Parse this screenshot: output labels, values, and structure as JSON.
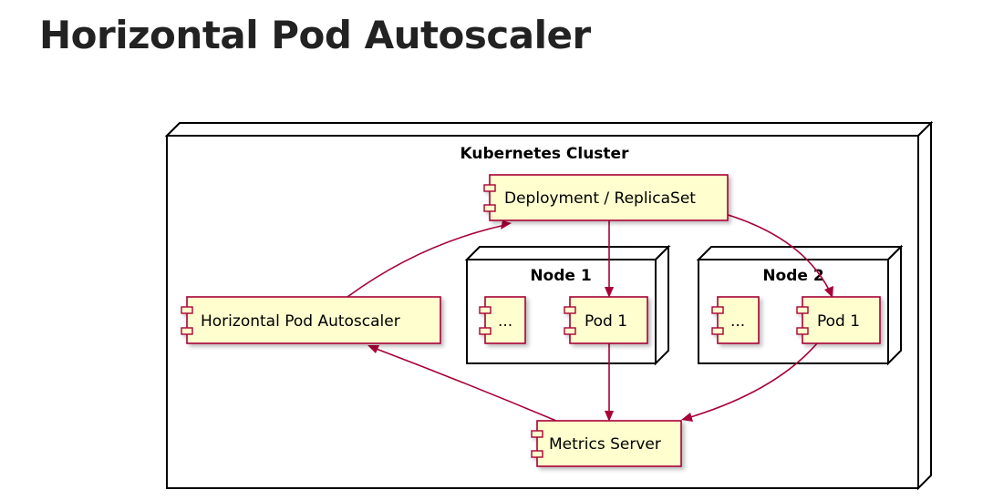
{
  "page": {
    "title": "Horizontal Pod Autoscaler"
  },
  "diagram": {
    "cluster": {
      "label": "Kubernetes Cluster"
    },
    "nodes": [
      {
        "id": "node1",
        "label": "Node 1"
      },
      {
        "id": "node2",
        "label": "Node 2"
      }
    ],
    "components": {
      "deployment": "Deployment / ReplicaSet",
      "hpa": "Horizontal Pod Autoscaler",
      "node1_other": "...",
      "node1_pod": "Pod 1",
      "node2_other": "...",
      "node2_pod": "Pod 1",
      "metrics": "Metrics Server"
    },
    "edges": [
      {
        "from": "hpa",
        "to": "deployment"
      },
      {
        "from": "deployment",
        "to": "node1_pod"
      },
      {
        "from": "deployment",
        "to": "node2_pod"
      },
      {
        "from": "node1_pod",
        "to": "metrics"
      },
      {
        "from": "node2_pod",
        "to": "metrics"
      },
      {
        "from": "metrics",
        "to": "hpa"
      }
    ],
    "colors": {
      "component_fill": "#FEFECE",
      "component_border": "#A80036",
      "edge": "#A80036",
      "node_border": "#000000"
    }
  }
}
